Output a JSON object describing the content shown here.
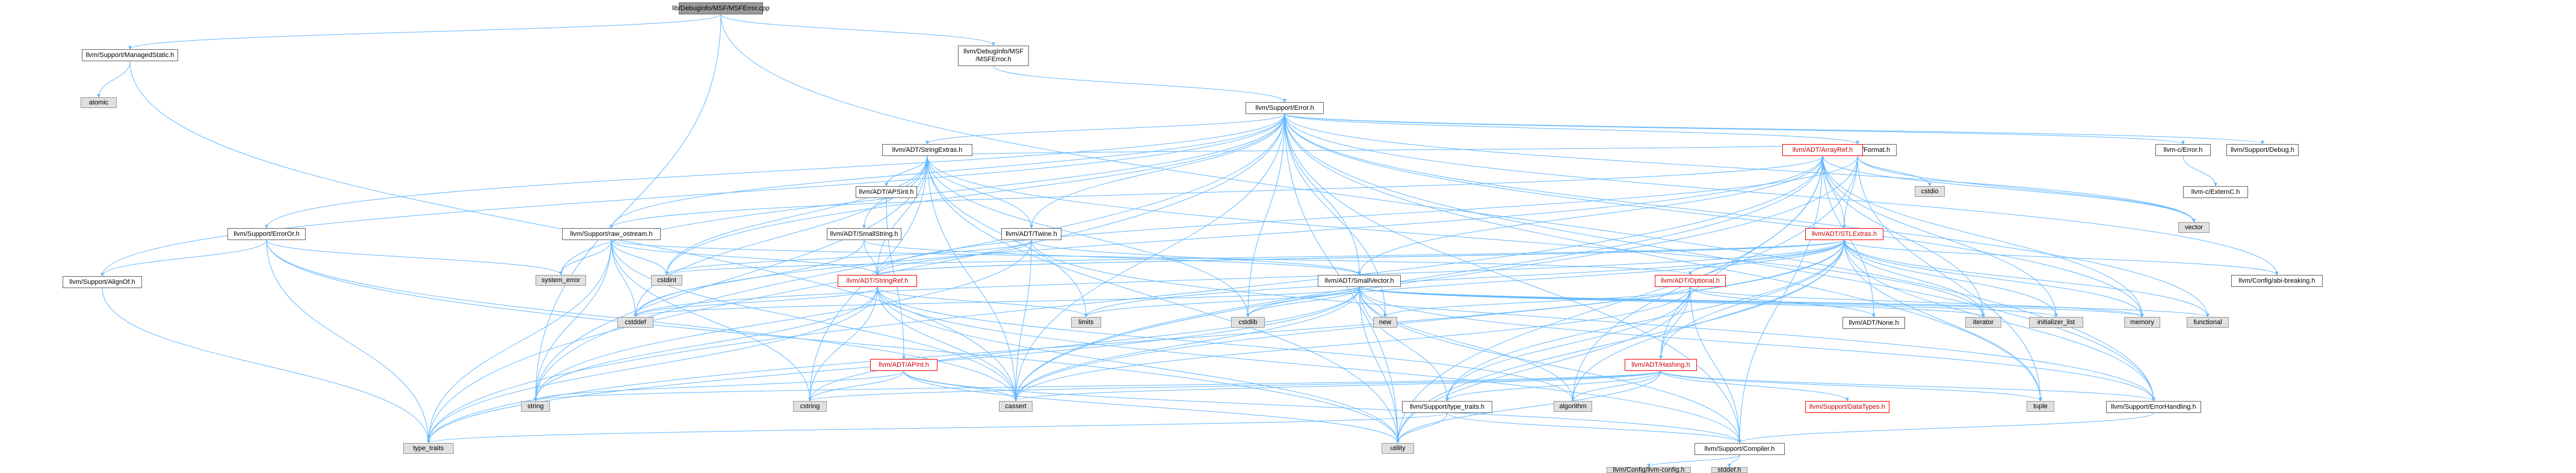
{
  "colors": {
    "edge": "#63b8ff",
    "node_border": "#666666",
    "system_fill": "#e0e0e0",
    "root_fill": "#999999",
    "truncated_border": "#ff0000"
  },
  "nodes": [
    {
      "id": "root",
      "label": "lib/DebugInfo/MSF/MSFError.cpp",
      "kind": "root"
    },
    {
      "id": "managedstatic",
      "label": "llvm/Support/ManagedStatic.h",
      "kind": "normal"
    },
    {
      "id": "msferror",
      "label": "llvm/DebugInfo/MSF\n/MSFError.h",
      "kind": "normal"
    },
    {
      "id": "atomic",
      "label": "atomic",
      "kind": "system"
    },
    {
      "id": "supporterror",
      "label": "llvm/Support/Error.h",
      "kind": "normal"
    },
    {
      "id": "stringextras",
      "label": "llvm/ADT/StringExtras.h",
      "kind": "normal"
    },
    {
      "id": "format",
      "label": "llvm/Support/Format.h",
      "kind": "normal"
    },
    {
      "id": "cerror",
      "label": "llvm-c/Error.h",
      "kind": "normal"
    },
    {
      "id": "debug",
      "label": "llvm/Support/Debug.h",
      "kind": "normal"
    },
    {
      "id": "apsint",
      "label": "llvm/ADT/APSInt.h",
      "kind": "normal"
    },
    {
      "id": "arrayref",
      "label": "llvm/ADT/ArrayRef.h",
      "kind": "truncated"
    },
    {
      "id": "cstdio",
      "label": "cstdio",
      "kind": "system"
    },
    {
      "id": "externc",
      "label": "llvm-c/ExternC.h",
      "kind": "normal"
    },
    {
      "id": "vector",
      "label": "vector",
      "kind": "system"
    },
    {
      "id": "erroror",
      "label": "llvm/Support/ErrorOr.h",
      "kind": "normal"
    },
    {
      "id": "rawostream",
      "label": "llvm/Support/raw_ostream.h",
      "kind": "normal"
    },
    {
      "id": "smallstring",
      "label": "llvm/ADT/SmallString.h",
      "kind": "normal"
    },
    {
      "id": "twine",
      "label": "llvm/ADT/Twine.h",
      "kind": "normal"
    },
    {
      "id": "stlextras",
      "label": "llvm/ADT/STLExtras.h",
      "kind": "truncated"
    },
    {
      "id": "alignof",
      "label": "llvm/Support/AlignOf.h",
      "kind": "normal"
    },
    {
      "id": "systemerror",
      "label": "system_error",
      "kind": "system"
    },
    {
      "id": "cstdint",
      "label": "cstdint",
      "kind": "system"
    },
    {
      "id": "stringref",
      "label": "llvm/ADT/StringRef.h",
      "kind": "truncated"
    },
    {
      "id": "smallvector",
      "label": "llvm/ADT/SmallVector.h",
      "kind": "normal"
    },
    {
      "id": "optional",
      "label": "llvm/ADT/Optional.h",
      "kind": "truncated"
    },
    {
      "id": "abibreaking",
      "label": "llvm/Config/abi-breaking.h",
      "kind": "normal"
    },
    {
      "id": "cstddef",
      "label": "cstddef",
      "kind": "system"
    },
    {
      "id": "limits",
      "label": "limits",
      "kind": "system"
    },
    {
      "id": "cstdlib",
      "label": "cstdlib",
      "kind": "system"
    },
    {
      "id": "new",
      "label": "new",
      "kind": "system"
    },
    {
      "id": "adtnone",
      "label": "llvm/ADT/None.h",
      "kind": "normal"
    },
    {
      "id": "iterator",
      "label": "iterator",
      "kind": "system"
    },
    {
      "id": "initlist",
      "label": "initializer_list",
      "kind": "system"
    },
    {
      "id": "memory",
      "label": "memory",
      "kind": "system"
    },
    {
      "id": "functional",
      "label": "functional",
      "kind": "system"
    },
    {
      "id": "apint",
      "label": "llvm/ADT/APInt.h",
      "kind": "truncated"
    },
    {
      "id": "hashing",
      "label": "llvm/ADT/Hashing.h",
      "kind": "truncated"
    },
    {
      "id": "tuple",
      "label": "tuple",
      "kind": "system"
    },
    {
      "id": "string",
      "label": "string",
      "kind": "system"
    },
    {
      "id": "cstring",
      "label": "cstring",
      "kind": "system"
    },
    {
      "id": "cassert",
      "label": "cassert",
      "kind": "system"
    },
    {
      "id": "algorithm",
      "label": "algorithm",
      "kind": "system"
    },
    {
      "id": "datatypes",
      "label": "llvm/Support/DataTypes.h",
      "kind": "truncated"
    },
    {
      "id": "errorhandling",
      "label": "llvm/Support/ErrorHandling.h",
      "kind": "normal"
    },
    {
      "id": "typetraitsllvm",
      "label": "llvm/Support/type_traits.h",
      "kind": "normal"
    },
    {
      "id": "typetraits",
      "label": "type_traits",
      "kind": "system"
    },
    {
      "id": "utility",
      "label": "utility",
      "kind": "system"
    },
    {
      "id": "compiler",
      "label": "llvm/Support/Compiler.h",
      "kind": "normal"
    },
    {
      "id": "llvmconfig",
      "label": "llvm/Config/llvm-config.h",
      "kind": "system"
    },
    {
      "id": "stddef",
      "label": "stddef.h",
      "kind": "system"
    }
  ],
  "edges": [
    [
      "root",
      "managedstatic"
    ],
    [
      "root",
      "msferror"
    ],
    [
      "root",
      "string"
    ],
    [
      "root",
      "errorhandling"
    ],
    [
      "managedstatic",
      "atomic"
    ],
    [
      "managedstatic",
      "cassert"
    ],
    [
      "msferror",
      "supporterror"
    ],
    [
      "supporterror",
      "stringextras"
    ],
    [
      "supporterror",
      "format"
    ],
    [
      "supporterror",
      "cerror"
    ],
    [
      "supporterror",
      "debug"
    ],
    [
      "supporterror",
      "abibreaking"
    ],
    [
      "supporterror",
      "erroror"
    ],
    [
      "supporterror",
      "rawostream"
    ],
    [
      "supporterror",
      "twine"
    ],
    [
      "supporterror",
      "smallvector"
    ],
    [
      "supporterror",
      "alignof"
    ],
    [
      "supporterror",
      "systemerror"
    ],
    [
      "supporterror",
      "cstdint"
    ],
    [
      "supporterror",
      "cstdlib"
    ],
    [
      "supporterror",
      "new"
    ],
    [
      "supporterror",
      "cassert"
    ],
    [
      "supporterror",
      "memory"
    ],
    [
      "supporterror",
      "functional"
    ],
    [
      "supporterror",
      "tuple"
    ],
    [
      "supporterror",
      "errorhandling"
    ],
    [
      "supporterror",
      "compiler"
    ],
    [
      "supporterror",
      "typetraits"
    ],
    [
      "supporterror",
      "utility"
    ],
    [
      "supporterror",
      "string"
    ],
    [
      "supporterror",
      "vector"
    ],
    [
      "stringextras",
      "apsint"
    ],
    [
      "stringextras",
      "arrayref"
    ],
    [
      "stringextras",
      "smallstring"
    ],
    [
      "stringextras",
      "stringref"
    ],
    [
      "stringextras",
      "twine"
    ],
    [
      "stringextras",
      "cassert"
    ],
    [
      "stringextras",
      "cstddef"
    ],
    [
      "stringextras",
      "cstdint"
    ],
    [
      "stringextras",
      "cstdlib"
    ],
    [
      "stringextras",
      "cstring"
    ],
    [
      "stringextras",
      "iterator"
    ],
    [
      "stringextras",
      "string"
    ],
    [
      "stringextras",
      "utility"
    ],
    [
      "stringextras",
      "limits"
    ],
    [
      "format",
      "arrayref"
    ],
    [
      "format",
      "stlextras"
    ],
    [
      "format",
      "stringref"
    ],
    [
      "format",
      "cassert"
    ],
    [
      "format",
      "cstdio"
    ],
    [
      "format",
      "tuple"
    ],
    [
      "format",
      "utility"
    ],
    [
      "format",
      "vector"
    ],
    [
      "cerror",
      "externc"
    ],
    [
      "apsint",
      "apint"
    ],
    [
      "arrayref",
      "hashing"
    ],
    [
      "arrayref",
      "none"
    ],
    [
      "arrayref",
      "smallvector"
    ],
    [
      "arrayref",
      "stlextras"
    ],
    [
      "arrayref",
      "compiler"
    ],
    [
      "arrayref",
      "algorithm"
    ],
    [
      "arrayref",
      "array"
    ],
    [
      "arrayref",
      "cassert"
    ],
    [
      "arrayref",
      "cstddef"
    ],
    [
      "arrayref",
      "initlist"
    ],
    [
      "arrayref",
      "iterator"
    ],
    [
      "arrayref",
      "memory"
    ],
    [
      "arrayref",
      "typetraits"
    ],
    [
      "arrayref",
      "vector"
    ],
    [
      "arrayref",
      "adtnone"
    ],
    [
      "erroror",
      "alignof"
    ],
    [
      "erroror",
      "cassert"
    ],
    [
      "erroror",
      "systemerror"
    ],
    [
      "erroror",
      "typetraits"
    ],
    [
      "erroror",
      "utility"
    ],
    [
      "rawostream",
      "arrayref"
    ],
    [
      "rawostream",
      "stringref"
    ],
    [
      "rawostream",
      "optional"
    ],
    [
      "rawostream",
      "cassert"
    ],
    [
      "rawostream",
      "cstddef"
    ],
    [
      "rawostream",
      "cstdint"
    ],
    [
      "rawostream",
      "cstring"
    ],
    [
      "rawostream",
      "string"
    ],
    [
      "rawostream",
      "typetraits"
    ],
    [
      "rawostream",
      "systemerror"
    ],
    [
      "smallstring",
      "smallvector"
    ],
    [
      "smallstring",
      "stringref"
    ],
    [
      "smallstring",
      "cstddef"
    ],
    [
      "twine",
      "smallvector"
    ],
    [
      "twine",
      "stringref"
    ],
    [
      "twine",
      "errorhandling"
    ],
    [
      "twine",
      "cassert"
    ],
    [
      "twine",
      "cstdint"
    ],
    [
      "twine",
      "string"
    ],
    [
      "stlextras",
      "optional"
    ],
    [
      "stlextras",
      "abibreaking"
    ],
    [
      "stlextras",
      "typetraitsllvm"
    ],
    [
      "stlextras",
      "errorhandling"
    ],
    [
      "stlextras",
      "algorithm"
    ],
    [
      "stlextras",
      "cassert"
    ],
    [
      "stlextras",
      "cstddef"
    ],
    [
      "stlextras",
      "cstdint"
    ],
    [
      "stlextras",
      "cstdlib"
    ],
    [
      "stlextras",
      "functional"
    ],
    [
      "stlextras",
      "initlist"
    ],
    [
      "stlextras",
      "iterator"
    ],
    [
      "stlextras",
      "limits"
    ],
    [
      "stlextras",
      "memory"
    ],
    [
      "stlextras",
      "tuple"
    ],
    [
      "stlextras",
      "typetraits"
    ],
    [
      "stlextras",
      "utility"
    ],
    [
      "stlextras",
      "stringref"
    ],
    [
      "stlextras",
      "hashing"
    ],
    [
      "alignof",
      "typetraits"
    ],
    [
      "stringref",
      "stlextras"
    ],
    [
      "stringref",
      "compiler"
    ],
    [
      "stringref",
      "algorithm"
    ],
    [
      "stringref",
      "cassert"
    ],
    [
      "stringref",
      "cstddef"
    ],
    [
      "stringref",
      "cstring"
    ],
    [
      "stringref",
      "limits"
    ],
    [
      "stringref",
      "string"
    ],
    [
      "stringref",
      "typetraits"
    ],
    [
      "stringref",
      "utility"
    ],
    [
      "smallvector",
      "compiler"
    ],
    [
      "smallvector",
      "typetraitsllvm"
    ],
    [
      "smallvector",
      "algorithm"
    ],
    [
      "smallvector",
      "cassert"
    ],
    [
      "smallvector",
      "cstddef"
    ],
    [
      "smallvector",
      "cstdlib"
    ],
    [
      "smallvector",
      "cstring"
    ],
    [
      "smallvector",
      "functional"
    ],
    [
      "smallvector",
      "initlist"
    ],
    [
      "smallvector",
      "iterator"
    ],
    [
      "smallvector",
      "limits"
    ],
    [
      "smallvector",
      "memory"
    ],
    [
      "smallvector",
      "new"
    ],
    [
      "smallvector",
      "typetraits"
    ],
    [
      "smallvector",
      "utility"
    ],
    [
      "smallvector",
      "errorhandling"
    ],
    [
      "optional",
      "hashing"
    ],
    [
      "optional",
      "adtnone"
    ],
    [
      "optional",
      "stlextras"
    ],
    [
      "optional",
      "compiler"
    ],
    [
      "optional",
      "typetraitsllvm"
    ],
    [
      "optional",
      "cassert"
    ],
    [
      "optional",
      "memory"
    ],
    [
      "optional",
      "new"
    ],
    [
      "optional",
      "utility"
    ],
    [
      "apint",
      "compiler"
    ],
    [
      "apint",
      "cassert"
    ],
    [
      "apint",
      "cstring"
    ],
    [
      "apint",
      "string"
    ],
    [
      "apint",
      "utility"
    ],
    [
      "hashing",
      "datatypes"
    ],
    [
      "hashing",
      "errorhandling"
    ],
    [
      "hashing",
      "typetraitsllvm"
    ],
    [
      "hashing",
      "algorithm"
    ],
    [
      "hashing",
      "cassert"
    ],
    [
      "hashing",
      "cstring"
    ],
    [
      "hashing",
      "string"
    ],
    [
      "hashing",
      "tuple"
    ],
    [
      "hashing",
      "utility"
    ],
    [
      "typetraitsllvm",
      "compiler"
    ],
    [
      "typetraitsllvm",
      "typetraits"
    ],
    [
      "typetraitsllvm",
      "utility"
    ],
    [
      "errorhandling",
      "compiler"
    ],
    [
      "compiler",
      "llvmconfig"
    ],
    [
      "compiler",
      "stddef"
    ]
  ]
}
